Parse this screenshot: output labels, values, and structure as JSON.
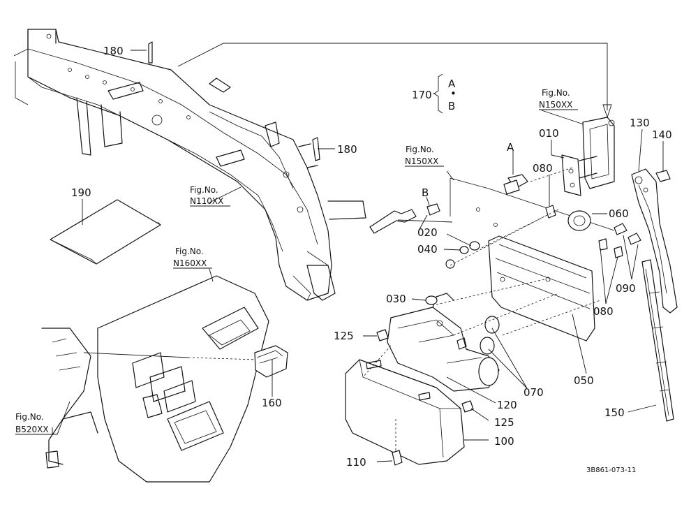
{
  "callouts": {
    "p180a": "180",
    "p180b": "180",
    "p170": "170",
    "p190": "190",
    "p160": "160",
    "p010": "010",
    "p130": "130",
    "p140": "140",
    "p080a": "080",
    "p060": "060",
    "p020": "020",
    "p040": "040",
    "p030": "030",
    "p125a": "125",
    "p080b": "080",
    "p090": "090",
    "p050": "050",
    "p070": "070",
    "p120": "120",
    "p125b": "125",
    "p100": "100",
    "p150": "150",
    "p110": "110"
  },
  "markers": {
    "A": "A",
    "B": "B",
    "dot": "•"
  },
  "refs": {
    "fig_label": "Fig.No.",
    "n110": "N110XX",
    "n150_top": "N150XX",
    "n150_mid": "N150XX",
    "n160": "N160XX",
    "b520": "B520XX"
  },
  "footer": {
    "code": "3B861-073-11"
  }
}
